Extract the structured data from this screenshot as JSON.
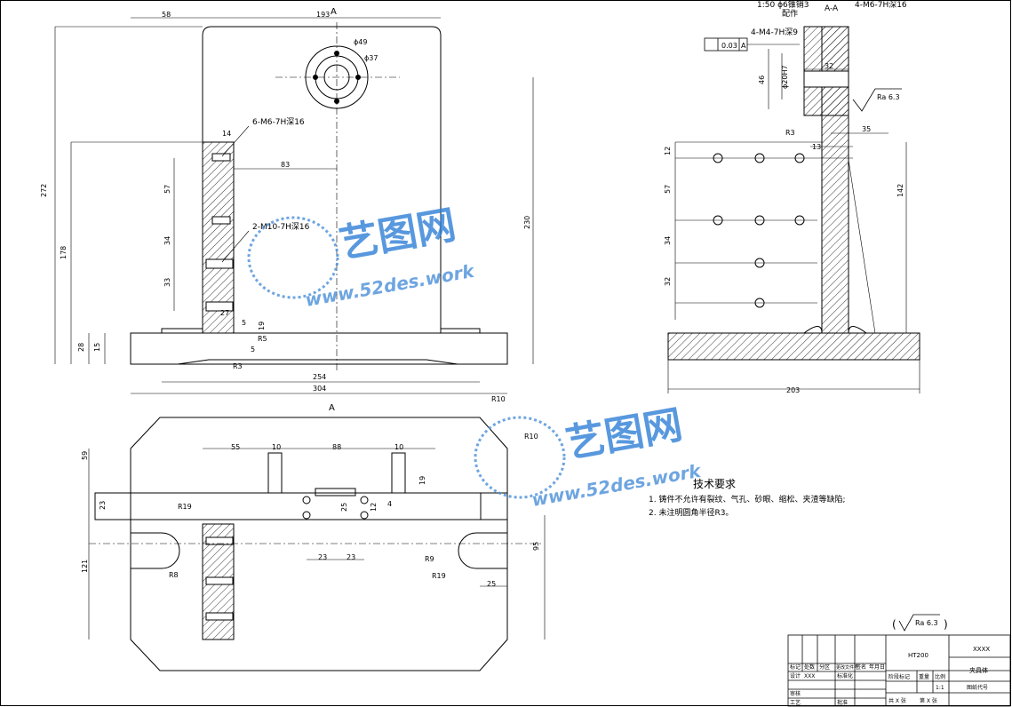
{
  "watermark": {
    "logo_text": "艺图网",
    "url_text": "www.52des.work",
    "color": "#2f7fd6"
  },
  "section_label_top": "A",
  "section_label_bottom": "A",
  "section_title": "A-A",
  "front_view": {
    "dims": {
      "d_58": "58",
      "d_193": "193",
      "d_272": "272",
      "d_178": "178",
      "d_230": "230",
      "d_83": "83",
      "d_57": "57",
      "d_34": "34",
      "d_33": "33",
      "d_28": "28",
      "d_15": "15",
      "d_254": "254",
      "d_304": "304",
      "d_14": "14",
      "d_27": "27",
      "d_19": "19",
      "d_5a": "5",
      "d_5b": "5",
      "r5": "R5",
      "r3": "R3",
      "phi49": "ϕ49",
      "phi37": "ϕ37"
    },
    "notes": {
      "threads_6": "6-M6-7H深16",
      "threads_2": "2-M10-7H深16"
    }
  },
  "side_view": {
    "notes": {
      "scale_pin": "1:50 ϕ6锥销3",
      "pin_fit": "配作",
      "threads_4_m6": "4-M6-7H深16",
      "threads_4_m4": "4-M4-7H深9"
    },
    "tolerance": {
      "value": "0.03",
      "datum": "A"
    },
    "dims": {
      "d_46": "46",
      "phi20": "ϕ20H7",
      "d_32": "32",
      "r3": "R3",
      "d_13": "13",
      "d_35": "35",
      "d_12": "12",
      "d_57": "57",
      "d_34": "34",
      "d_32b": "32",
      "d_142": "142",
      "d_203": "203"
    },
    "roughness": "Ra 6.3"
  },
  "top_view": {
    "dims": {
      "d_59": "59",
      "d_55": "55",
      "d_10a": "10",
      "d_88": "88",
      "d_10b": "10",
      "d_19": "19",
      "d_23": "23",
      "d_25": "25",
      "d_12": "12",
      "d_4": "4",
      "d_23a": "23",
      "d_23b": "23",
      "d_121": "121",
      "d_95": "95",
      "d_25b": "25",
      "r10": "R10",
      "r10b": "R10",
      "r19a": "R19",
      "r8": "R8",
      "r9": "R9",
      "r19b": "R19"
    }
  },
  "tech_req": {
    "title": "技术要求",
    "items": [
      "1. 铸件不允许有裂纹、气孔、砂眼、缩松、夹渣等缺陷;",
      "2. 未注明圆角半径R3。"
    ]
  },
  "roughness_general": "Ra 6.3",
  "title_block": {
    "material": "HT200",
    "code": "XXXX",
    "part_name": "夹具体",
    "design": "设计",
    "design_name": "XXX",
    "standardize": "标准化",
    "review": "审核",
    "process": "工艺",
    "approve": "批准",
    "stage": "阶段标记",
    "weight": "重量",
    "scale_label": "比例",
    "scale": "1:1",
    "sheets": "共 X 张",
    "sheet_no": "第 X 张",
    "drawing_no": "图纸代号",
    "mark": "标记",
    "count": "处数",
    "zone": "分区",
    "change_no": "更改文件号",
    "sign": "签名",
    "date": "年月日"
  }
}
